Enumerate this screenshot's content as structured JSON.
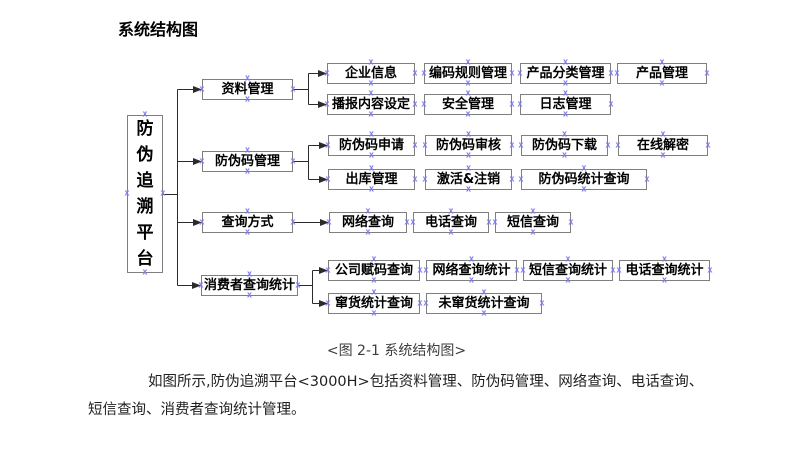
{
  "page": {
    "title": "系统结构图",
    "caption": "<图 2-1 系统结构图>",
    "paragraph": {
      "line1": "如图所示,防伪追溯平台<3000H>包括资料管理、防伪码管理、网络查询、电话查询、",
      "line2": "短信查询、消费者查询统计管理。"
    }
  },
  "colors": {
    "box_border": "#7f7f7f",
    "box_fill": "#ffffff",
    "connector_line": "#2b2b2b",
    "anchor_handle": "#7d7de8",
    "text": "#000000"
  },
  "diagram": {
    "root": {
      "label": "防伪追溯平台"
    },
    "groups": [
      {
        "label": "资料管理",
        "rows": [
          [
            "企业信息",
            "编码规则管理",
            "产品分类管理",
            "产品管理"
          ],
          [
            "播报内容设定",
            "安全管理",
            "日志管理"
          ]
        ]
      },
      {
        "label": "防伪码管理",
        "rows": [
          [
            "防伪码申请",
            "防伪码审核",
            "防伪码下载",
            "在线解密"
          ],
          [
            "出库管理",
            "激活&注销",
            "防伪码统计查询"
          ]
        ]
      },
      {
        "label": "查询方式",
        "rows": [
          [
            "网络查询",
            "电话查询",
            "短信查询"
          ]
        ]
      },
      {
        "label": "消费者查询统计",
        "rows": [
          [
            "公司赋码查询",
            "网络查询统计",
            "短信查询统计",
            "电话查询统计"
          ],
          [
            "窜货统计查询",
            "未窜货统计查询"
          ]
        ]
      }
    ]
  }
}
